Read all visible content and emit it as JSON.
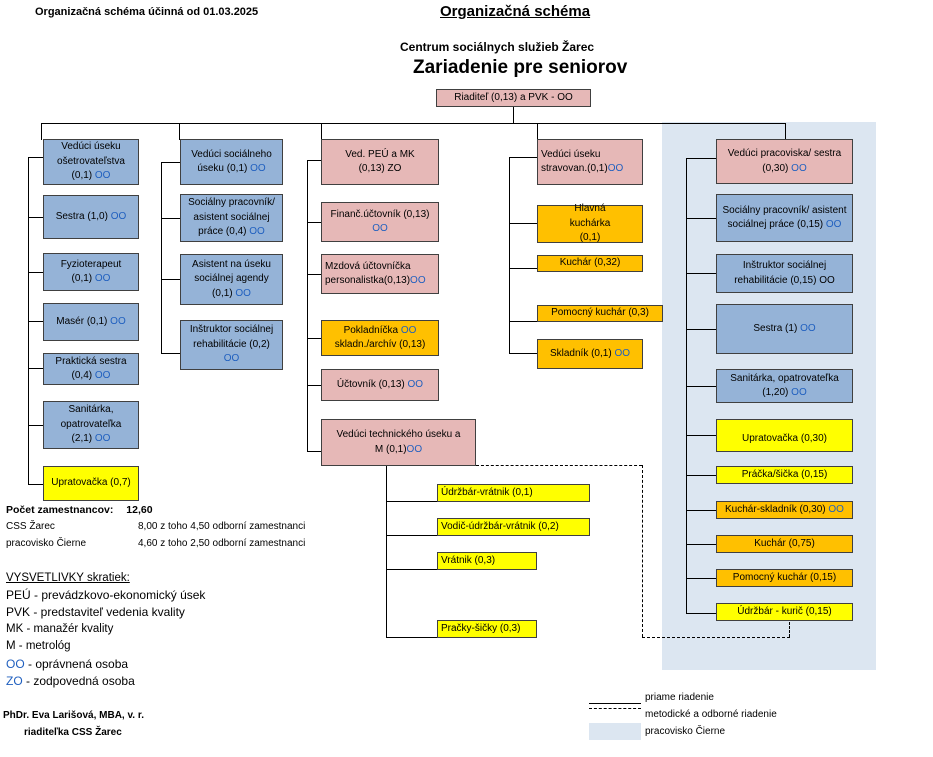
{
  "header": {
    "effective": "Organizačná schéma účinná od 01.03.2025",
    "title": "Organizačná schéma",
    "org": "Centrum sociálnych služieb Žarec",
    "facility": "Zariadenie pre seniorov"
  },
  "director": {
    "text": "Riaditeľ  (0,13)  a  PVK - OO"
  },
  "col1": [
    {
      "text": "Vedúci  úseku ošetrovateľstva",
      "sub": "(0,1)",
      "tag": "OO"
    },
    {
      "text": "Sestra (1,0)",
      "sub": "",
      "tag": "OO"
    },
    {
      "text": "Fyzioterapeut",
      "sub": "(0,1)",
      "tag": "OO"
    },
    {
      "text": "Masér (0,1)",
      "sub": "",
      "tag": "OO"
    },
    {
      "text": "Praktická sestra",
      "sub": "(0,4)",
      "tag": "OO"
    },
    {
      "text": "Sanitárka, opatrovateľka",
      "sub": "(2,1)",
      "tag": "OO"
    },
    {
      "text": "Upratovačka (0,7)",
      "sub": "",
      "tag": ""
    }
  ],
  "col2": [
    {
      "text": "Vedúci sociálneho úseku (0,1)",
      "tag": "OO"
    },
    {
      "text": "Sociálny pracovník/ asistent sociálnej práce (0,4)",
      "tag": "OO"
    },
    {
      "text": "Asistent na úseku sociálnej agendy (0,1)",
      "tag": "OO"
    },
    {
      "text": "Inštruktor sociálnej rehabilitácie (0,2)",
      "tag": "OO"
    }
  ],
  "col3": [
    {
      "text": "Ved. PEÚ a MK (0,13) ZO",
      "tag": ""
    },
    {
      "text": "Finanč.účtovník (0,13)",
      "tag": "OO"
    },
    {
      "text": "Mzdová účtovníčka personalistka(0,13)",
      "tag": "OO"
    },
    {
      "text": "Pokladníčka",
      "tag": "OO",
      "text2": "skladn./archív (0,13)"
    },
    {
      "text": "Účtovník (0,13)",
      "tag": "OO"
    },
    {
      "text": "Vedúci technického úseku a M (0,1)",
      "tag": "OO"
    }
  ],
  "tech": [
    {
      "text": "Údržbár-vrátnik (0,1)"
    },
    {
      "text": "Vodič-údržbár-vrátnik (0,2)"
    },
    {
      "text": "Vrátnik (0,3)"
    },
    {
      "text": "Pračky-šičky (0,3)"
    }
  ],
  "col4": [
    {
      "text": "Vedúci úseku stravovan.(0,1)",
      "tag": "OO"
    },
    {
      "text": "Hlavná kuchárka (0,1)",
      "tag": ""
    },
    {
      "text": "Kuchár (0,32)",
      "tag": ""
    },
    {
      "text": "Pomocný kuchár (0,3)",
      "tag": ""
    },
    {
      "text": "Skladník (0,1)",
      "tag": "OO"
    }
  ],
  "col5": [
    {
      "text": "Vedúci pracoviska/ sestra (0,30)",
      "tag": "OO"
    },
    {
      "text": "Sociálny pracovník/ asistent sociálnej práce (0,15)",
      "tag": "OO"
    },
    {
      "text": "Inštruktor sociálnej rehabilitácie (0,15) OO",
      "tag": ""
    },
    {
      "text": "Sestra (1)",
      "tag": "OO"
    },
    {
      "text": "Sanitárka, opatrovateľka (1,20)",
      "tag": "OO"
    },
    {
      "text": "Upratovačka (0,30)",
      "tag": ""
    },
    {
      "text": "Práčka/šička (0,15)",
      "tag": ""
    },
    {
      "text": "Kuchár-skladník (0,30)",
      "tag": "OO"
    },
    {
      "text": "Kuchár (0,75)",
      "tag": ""
    },
    {
      "text": "Pomocný kuchár (0,15)",
      "tag": ""
    },
    {
      "text": "Údržbár - kurič (0,15)",
      "tag": ""
    }
  ],
  "staff": {
    "label": "Počet zamestnancov:",
    "total": "12,60",
    "rows": [
      {
        "name": "CSS Žarec",
        "value": "8,00 z toho 4,50 odborní zamestnanci"
      },
      {
        "name": "pracovisko Čierne",
        "value": "4,60 z toho 2,50 odborní zamestnanci"
      }
    ]
  },
  "abbrev": {
    "title": "VYSVETLIVKY skratiek:",
    "items": [
      {
        "key": "PEÚ",
        "desc": " - prevádzkovo-ekonomický úsek"
      },
      {
        "key": "PVK",
        "desc": " - predstaviteľ vedenia kvality"
      },
      {
        "key": "MK",
        "desc": " - manažér kvality"
      },
      {
        "key": "M",
        "desc": " - metrológ"
      },
      {
        "key": "OO",
        "desc": " - oprávnená osoba"
      },
      {
        "key": "ZO",
        "desc": " - zodpovedná osoba"
      }
    ]
  },
  "signature": {
    "name": "PhDr. Eva Larišová, MBA, v. r.",
    "role": "riaditeľka CSS Žarec"
  },
  "legend": [
    {
      "label": "priame riadenie",
      "style": "solid"
    },
    {
      "label": "metodické a odborné riadenie",
      "style": "dashdot"
    },
    {
      "label": "pracovisko Čierne",
      "style": "area"
    }
  ],
  "colors": {
    "blue": "#95b3d7",
    "pink": "#e6b8b7",
    "orange": "#ffc000",
    "yellow": "#ffff00",
    "area": "#dce6f1",
    "oo": "#1f5fbf"
  }
}
